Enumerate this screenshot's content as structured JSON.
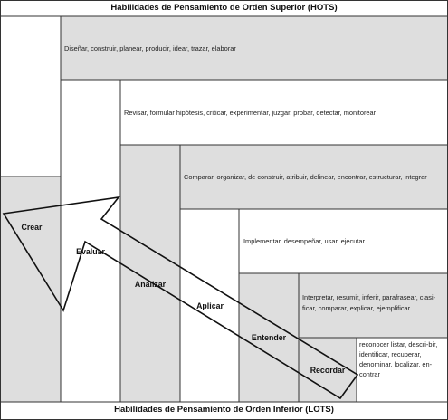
{
  "header_top": "Habilidades de Pensamiento de Orden Superior (HOTS)",
  "header_bottom": "Habilidades de Pensamiento de Orden Inferior (LOTS)",
  "levels": [
    {
      "label": "Crear",
      "description": "Diseñar, construir, planear, producir, idear, trazar, elaborar"
    },
    {
      "label": "Evaluar",
      "description": "Revisar, formular hipótesis, criticar, experimentar, juzgar, probar, detectar, monitorear"
    },
    {
      "label": "Analizar",
      "description": "Comparar, organizar, de construir, atribuir, delinear, encontrar, estructurar, integrar"
    },
    {
      "label": "Aplicar",
      "description": "Implementar, desempeñar, usar, ejecutar"
    },
    {
      "label": "Entender",
      "description": "Interpretar, resumir, inferir, parafrasear, clasi-ficar, comparar, explicar, ejemplificar"
    },
    {
      "label": "Recordar",
      "description": "reconocer listar, descri-bir, identificar, recuperar, denominar, localizar, en-contrar"
    }
  ]
}
